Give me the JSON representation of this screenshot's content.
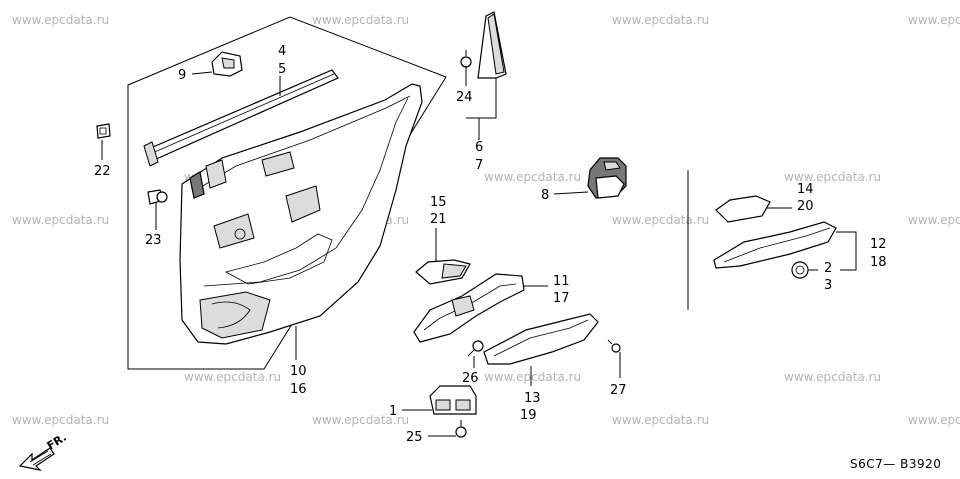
{
  "watermark": {
    "text": "www.epcdata.ru"
  },
  "diagram_code": "S6C7— B3920",
  "direction_label": "FR.",
  "callouts": {
    "c1": "1",
    "c2": "2",
    "c3": "3",
    "c4": "4",
    "c5": "5",
    "c6": "6",
    "c7": "7",
    "c8": "8",
    "c9": "9",
    "c10": "10",
    "c11": "11",
    "c12": "12",
    "c13": "13",
    "c14": "14",
    "c15": "15",
    "c16": "16",
    "c17": "17",
    "c18": "18",
    "c19": "19",
    "c20": "20",
    "c21": "21",
    "c22": "22",
    "c23": "23",
    "c24": "24",
    "c25": "25",
    "c26": "26",
    "c27": "27"
  }
}
